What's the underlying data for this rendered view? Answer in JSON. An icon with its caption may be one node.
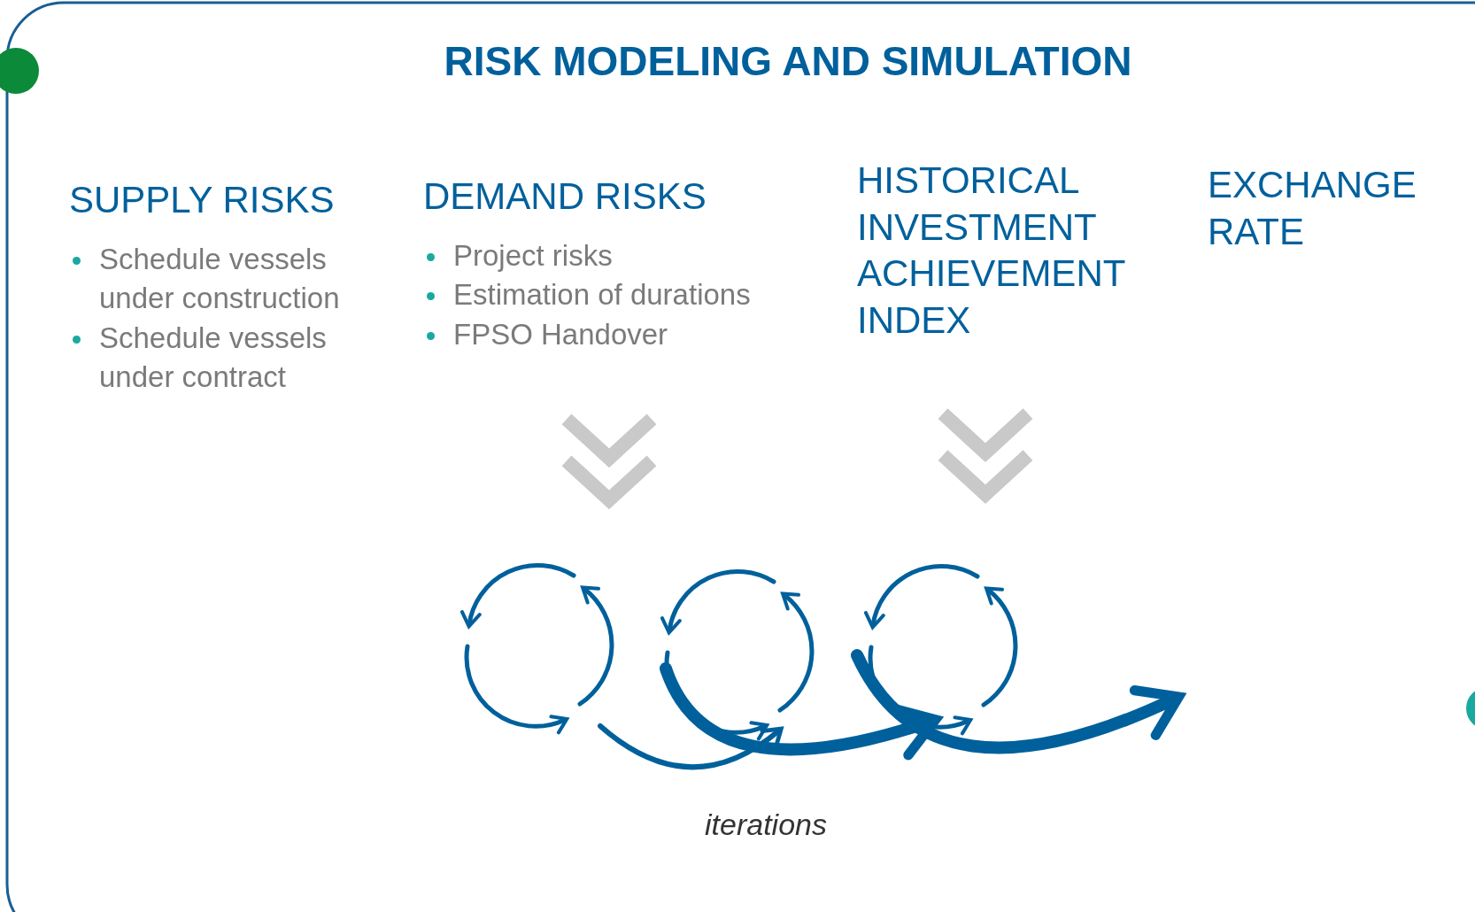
{
  "diagram": {
    "title": "RISK MODELING AND SIMULATION",
    "nodes": [
      {
        "text": [
          "SUPPLY RISKS",
          "Schedule vessels under construction",
          "Schedule vessels under contract"
        ]
      },
      {
        "text": [
          "DEMAND RISKS",
          "Project risks",
          "Estimation of durations",
          "FPSO Handover"
        ]
      },
      {
        "text": [
          "HISTORICAL INVESTMENT ACHIEVEMENT INDEX"
        ]
      },
      {
        "text": [
          "EXCHANGE RATE"
        ]
      },
      {
        "text": [],
        "shape": "picture",
        "beside": [
          "iterations"
        ]
      }
    ],
    "edges": [
      {
        "from": 1,
        "to": 4,
        "arrow": "to"
      },
      {
        "from": 2,
        "to": 4,
        "arrow": "to"
      }
    ]
  }
}
